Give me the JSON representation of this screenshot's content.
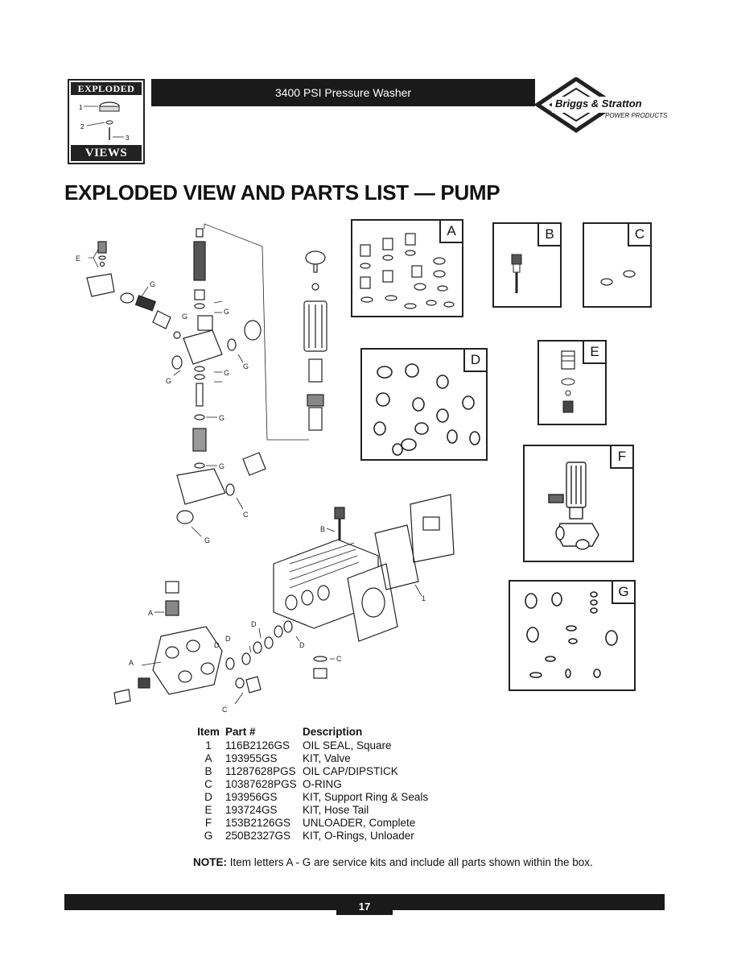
{
  "header": {
    "logo_top": "EXPLODED",
    "logo_bottom": "VIEWS",
    "logo_callouts": [
      "1",
      "2",
      "3"
    ],
    "product_title": "3400 PSI Pressure Washer",
    "brand_name": "Briggs & Stratton",
    "brand_sub": "POWER PRODUCTS"
  },
  "title": "EXPLODED VIEW AND PARTS LIST — PUMP",
  "kits": [
    "A",
    "B",
    "C",
    "D",
    "E",
    "F",
    "G"
  ],
  "callouts": {
    "e": "E",
    "g": "G",
    "a": "A",
    "b": "B",
    "c": "C",
    "d": "D",
    "one": "1"
  },
  "parts": {
    "headers": [
      "Item",
      "Part #",
      "Description"
    ],
    "rows": [
      {
        "item": "1",
        "part": "116B2126GS",
        "desc": "OIL SEAL, Square"
      },
      {
        "item": "A",
        "part": "193955GS",
        "desc": "KIT, Valve"
      },
      {
        "item": "B",
        "part": "11287628PGS",
        "desc": "OIL CAP/DIPSTICK"
      },
      {
        "item": "C",
        "part": "10387628PGS",
        "desc": "O-RING"
      },
      {
        "item": "D",
        "part": "193956GS",
        "desc": "KIT, Support Ring & Seals"
      },
      {
        "item": "E",
        "part": "193724GS",
        "desc": "KIT, Hose Tail"
      },
      {
        "item": "F",
        "part": "153B2126GS",
        "desc": "UNLOADER, Complete"
      },
      {
        "item": "G",
        "part": "250B2327GS",
        "desc": "KIT, O-Rings, Unloader"
      }
    ]
  },
  "note": {
    "label": "NOTE:",
    "text": "Item letters A - G are service kits and include all parts shown within the box."
  },
  "footer": {
    "page_number": "17"
  }
}
